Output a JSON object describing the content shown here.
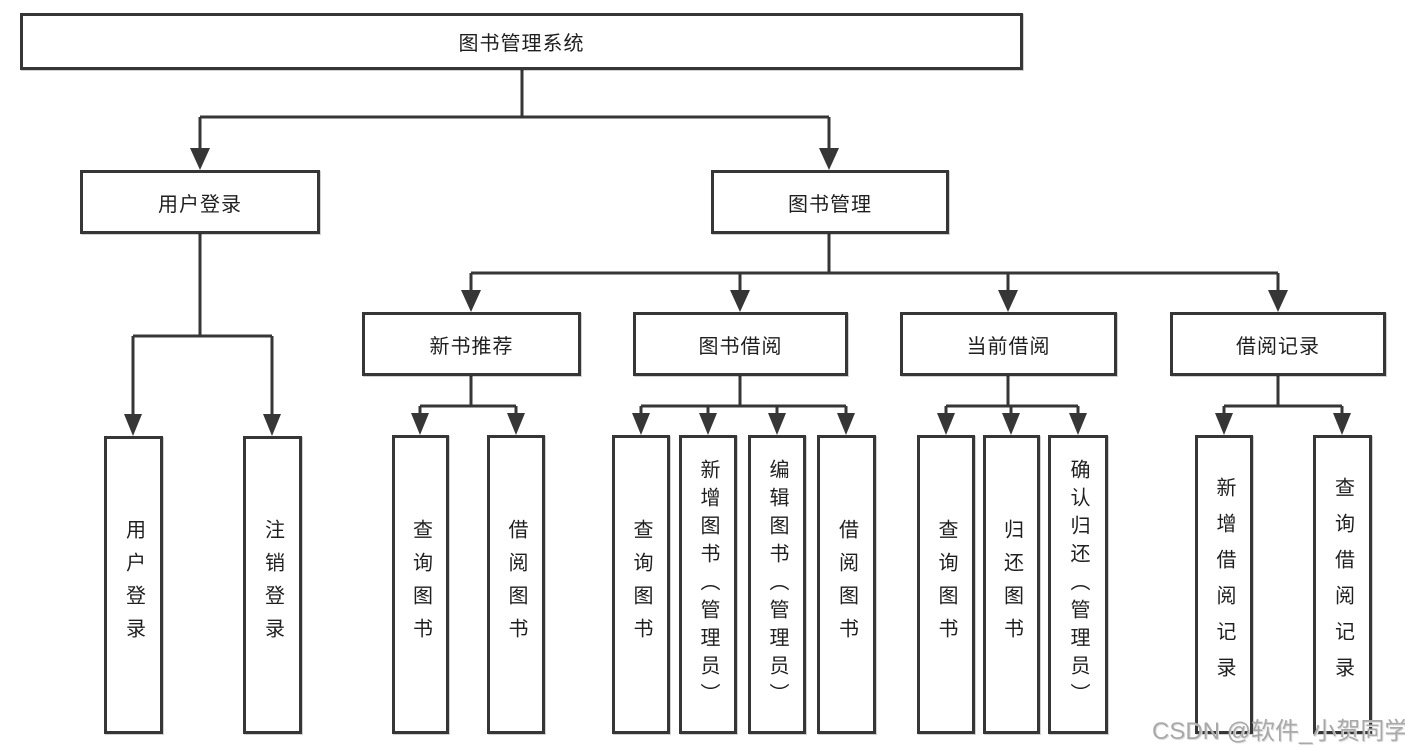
{
  "colors": {
    "line": "#363636",
    "box_border": "#363636",
    "text": "#1f1f1f",
    "watermark": "#a9a9a9",
    "background": "#ffffff"
  },
  "watermark": "CSDN @软件_小贺同学",
  "nodes": {
    "root": "图书管理系统",
    "user_login": "用户登录",
    "book_mgmt": "图书管理",
    "new_book_rec": "新书推荐",
    "book_borrow": "图书借阅",
    "current_borrow": "当前借阅",
    "borrow_records": "借阅记录",
    "login_leaf": "用户登录",
    "logout_leaf": "注销登录",
    "rec_query": "查询图书",
    "rec_borrow": "借阅图书",
    "bb_query": "查询图书",
    "bb_add": "新增图书（管理员）",
    "bb_edit": "编辑图书（管理员）",
    "bb_borrow": "借阅图书",
    "cb_query": "查询图书",
    "cb_return": "归还图书",
    "cb_confirm": "确认归还（管理员）",
    "br_add": "新增借阅记录",
    "br_query": "查询借阅记录"
  },
  "hierarchy": {
    "图书管理系统": {
      "用户登录": [
        "用户登录",
        "注销登录"
      ],
      "图书管理": {
        "新书推荐": [
          "查询图书",
          "借阅图书"
        ],
        "图书借阅": [
          "查询图书",
          "新增图书（管理员）",
          "编辑图书（管理员）",
          "借阅图书"
        ],
        "当前借阅": [
          "查询图书",
          "归还图书",
          "确认归还（管理员）"
        ],
        "借阅记录": [
          "新增借阅记录",
          "查询借阅记录"
        ]
      }
    }
  }
}
